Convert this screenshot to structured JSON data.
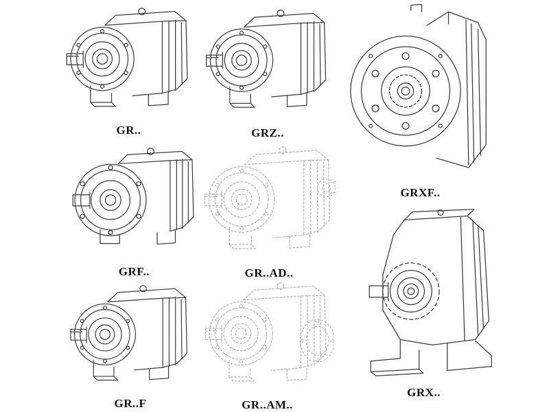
{
  "theme": {
    "background": "#ffffff",
    "line": "#3c3c3c",
    "phantom": "#b8b8b8",
    "label_color": "#111111"
  },
  "figures": [
    {
      "id": "gr",
      "label": "GR..",
      "style": "solid",
      "drawing": "helical-gear-unit-foot-mounted"
    },
    {
      "id": "grz",
      "label": "GRZ..",
      "style": "solid",
      "drawing": "helical-gear-unit-foot-mounted"
    },
    {
      "id": "grxf",
      "label": "GRXF..",
      "style": "solid",
      "drawing": "helical-gear-unit-large-flange-front-view"
    },
    {
      "id": "grf",
      "label": "GRF..",
      "style": "solid",
      "drawing": "helical-gear-unit-flange-mounted"
    },
    {
      "id": "gr_ad",
      "label": "GR..AD..",
      "style": "phantom",
      "drawing": "helical-gear-unit-with-input-adapter"
    },
    {
      "id": "gr_f",
      "label": "GR..F",
      "style": "solid",
      "drawing": "helical-gear-unit-foot-mounted"
    },
    {
      "id": "gr_am",
      "label": "GR..AM..",
      "style": "phantom",
      "drawing": "helical-gear-unit-with-motor-flange"
    },
    {
      "id": "grx",
      "label": "GRX..",
      "style": "solid",
      "drawing": "helical-gear-unit-large-foot-mounted"
    }
  ]
}
